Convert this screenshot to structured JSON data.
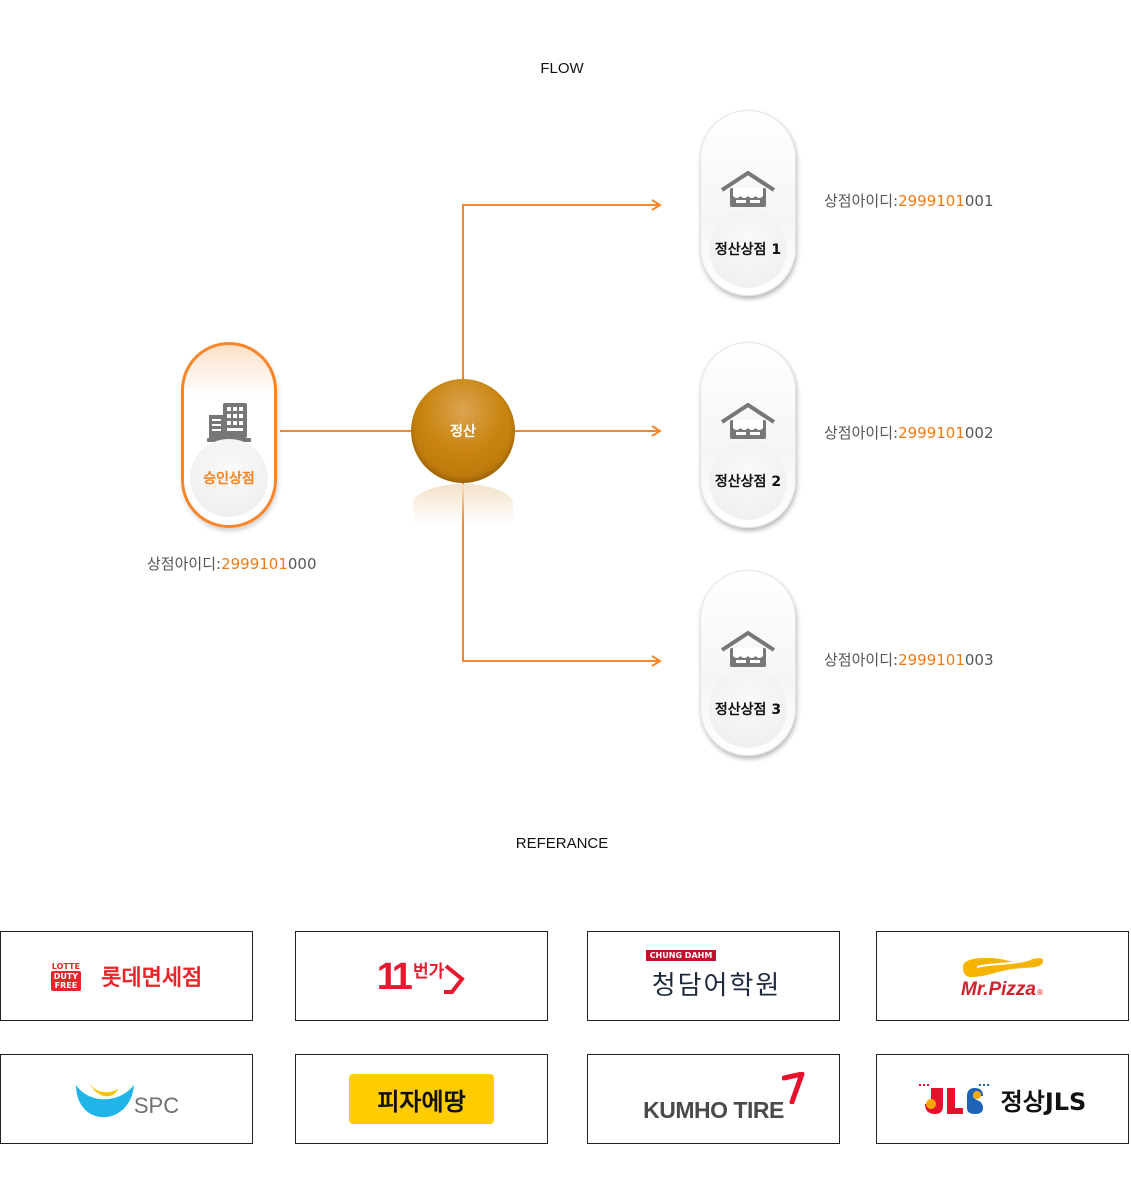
{
  "flow": {
    "title": "FLOW",
    "approval_store": {
      "label": "승인상점",
      "icon": "building-icon",
      "id_prefix": "상점아이디:",
      "id_highlight": "2999101",
      "id_suffix": "000"
    },
    "hub": {
      "label": "정산"
    },
    "settlement_stores": [
      {
        "label": "정산상점 1",
        "icon": "store-icon",
        "id_prefix": "상점아이디:",
        "id_highlight": "2999101",
        "id_suffix": "001"
      },
      {
        "label": "정산상점 2",
        "icon": "store-icon",
        "id_prefix": "상점아이디:",
        "id_highlight": "2999101",
        "id_suffix": "002"
      },
      {
        "label": "정산상점 3",
        "icon": "store-icon",
        "id_prefix": "상점아이디:",
        "id_highlight": "2999101",
        "id_suffix": "003"
      }
    ],
    "colors": {
      "accent": "#f7862b",
      "hub": "#c9850f",
      "id_highlight": "#f47a14"
    }
  },
  "reference": {
    "title": "REFERANCE",
    "logos": [
      {
        "name": "lotte-duty-free",
        "badge_lines": [
          "LOTTE",
          "DUTY",
          "FREE"
        ],
        "text": "롯데면세점",
        "color": "#e8262a"
      },
      {
        "name": "11st",
        "num": "11",
        "text": "번가",
        "color": "#e8182f"
      },
      {
        "name": "chungdahm",
        "badge": "CHUNG DAHM",
        "text": "청담어학원",
        "color": "#1e2a3c",
        "badge_color": "#c8102e"
      },
      {
        "name": "mr-pizza",
        "text": "Mr.Pizza",
        "mark": "®",
        "color": "#d4202c",
        "swirl_color": "#f5b400"
      },
      {
        "name": "spc",
        "text": "SPC",
        "color": "#707070",
        "smile_color": "#1fb5e8",
        "accent_color": "#f5c400"
      },
      {
        "name": "pizza-etang",
        "text": "피자에땅",
        "color": "#111111",
        "bg_color": "#ffcc00"
      },
      {
        "name": "kumho-tire",
        "text": "KUMHO TIRE",
        "color": "#4a4a4a",
        "mark_color": "#e8112d"
      },
      {
        "name": "jeongsang-jls",
        "mark": "JLS",
        "text": "정상JLS",
        "color": "#111111"
      }
    ]
  }
}
